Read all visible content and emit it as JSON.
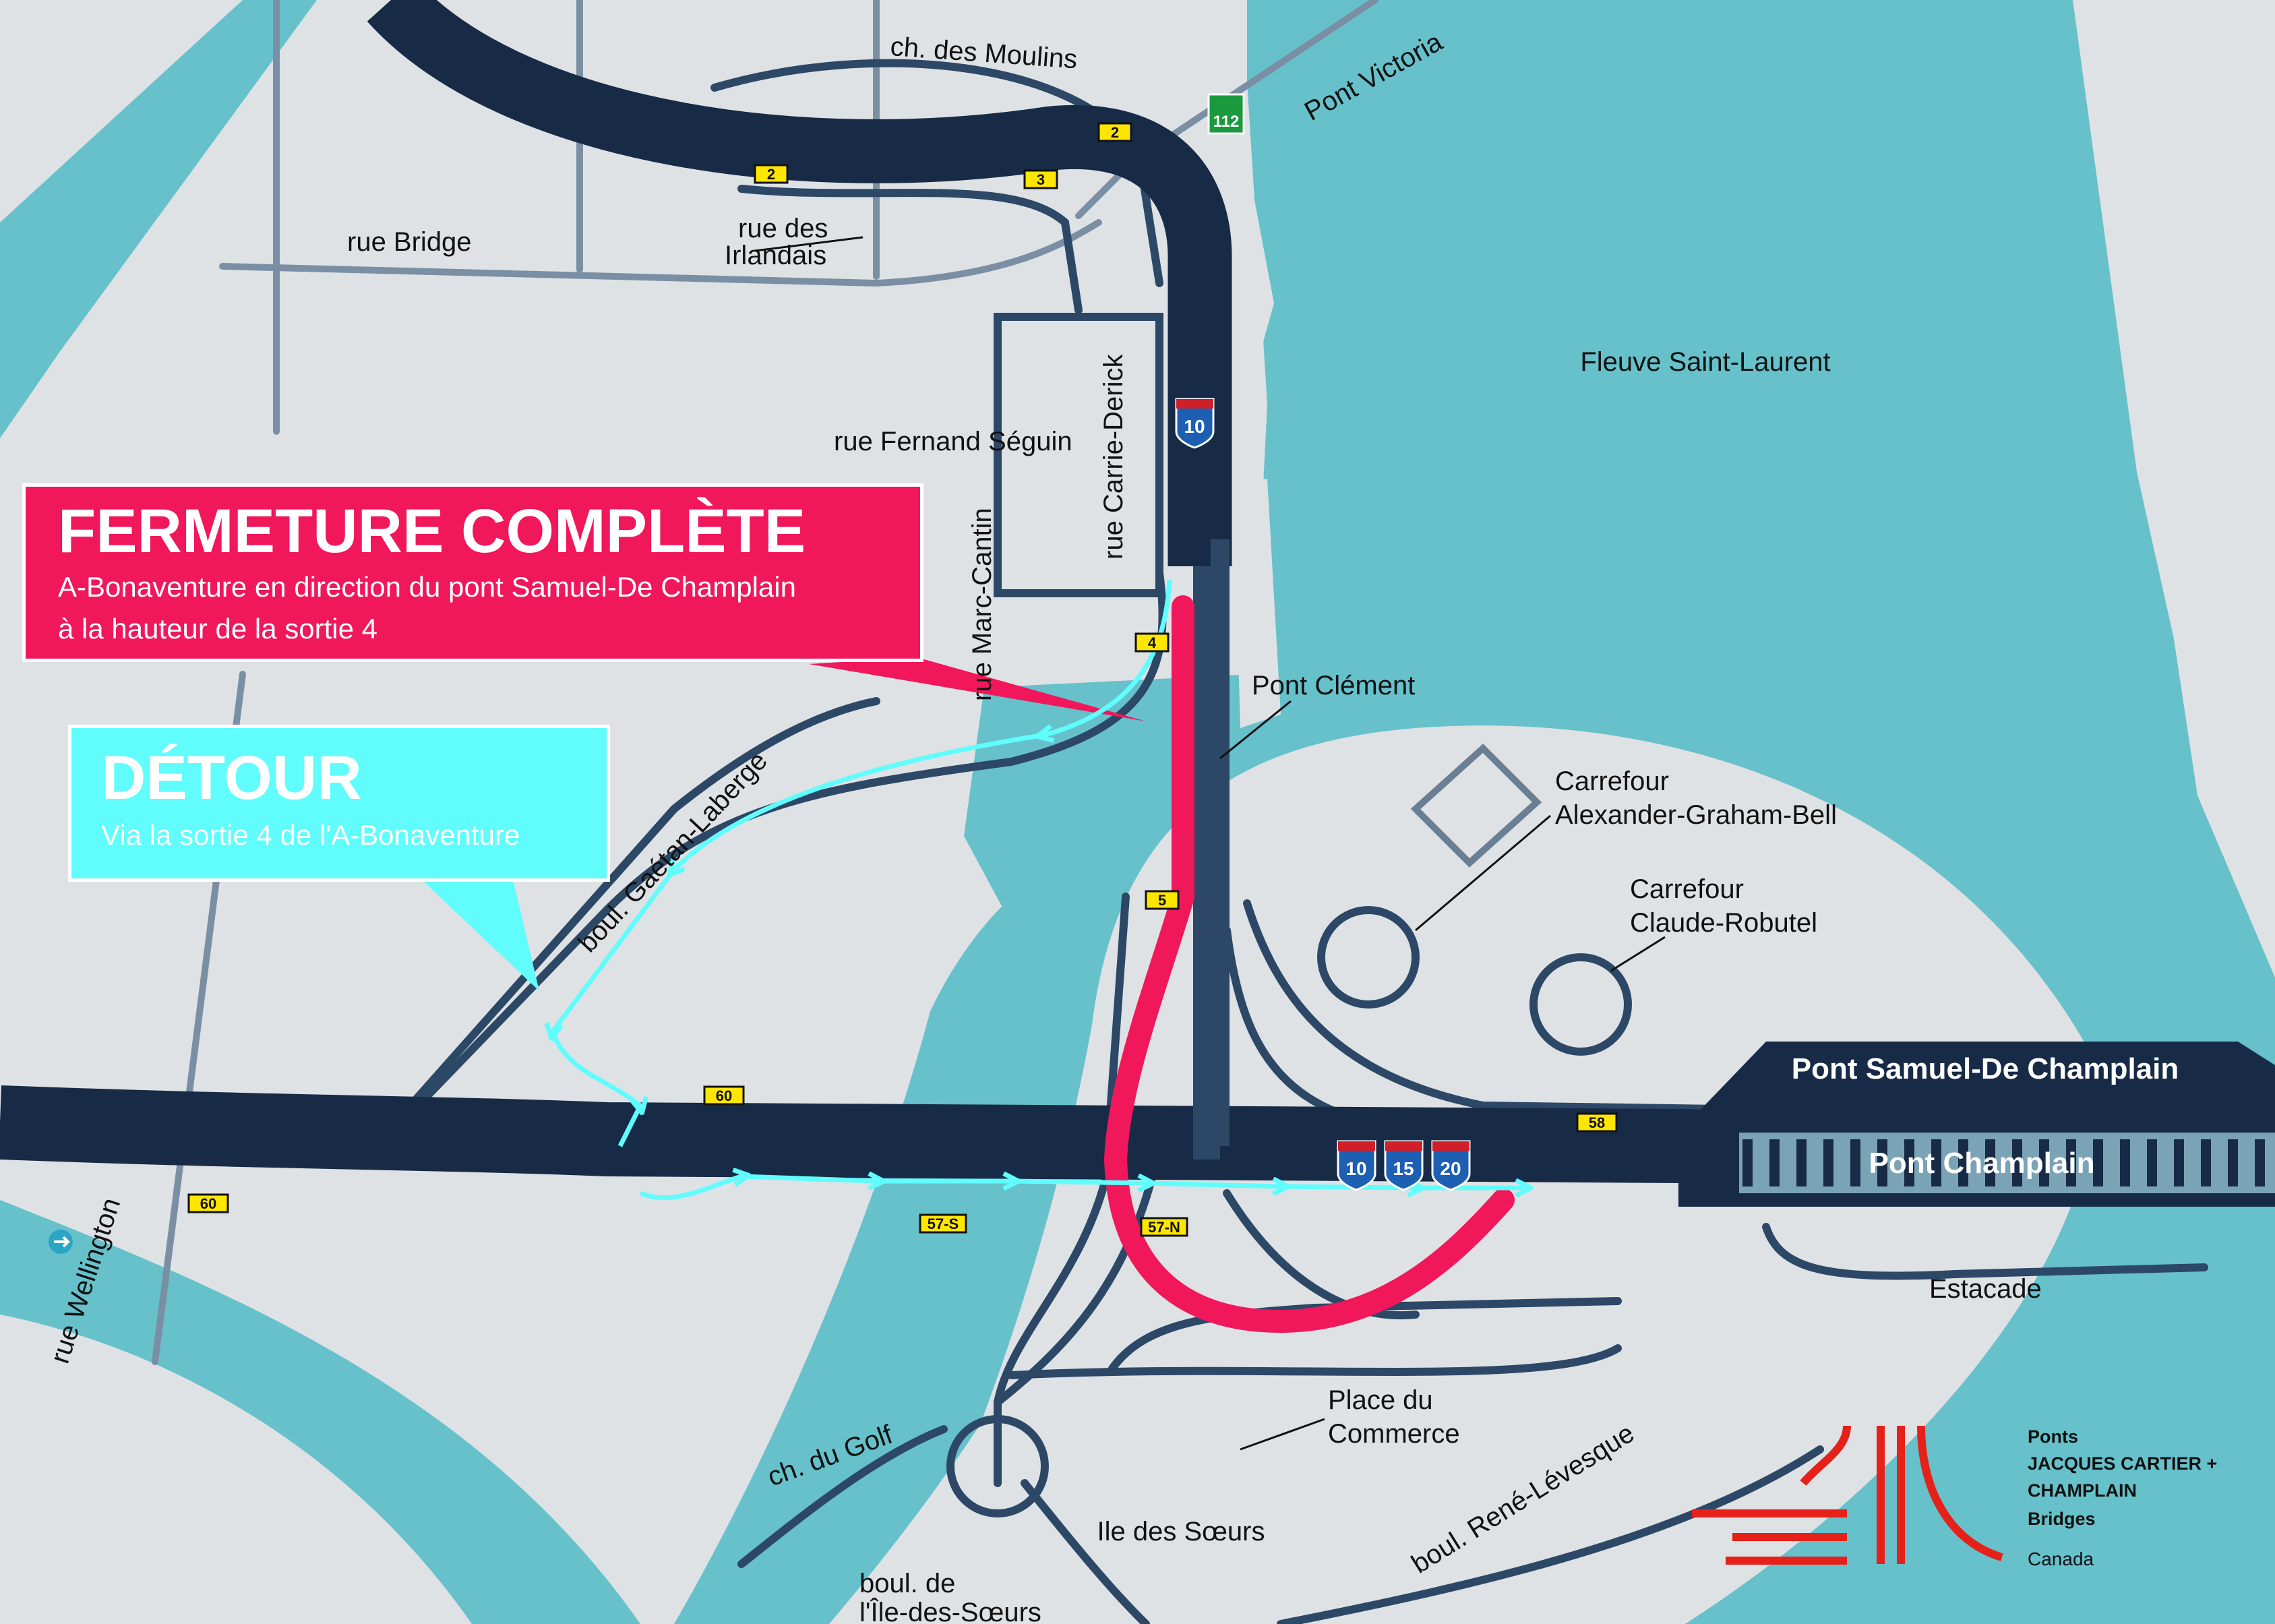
{
  "callouts": {
    "closure": {
      "title": "FERMETURE COMPLÈTE",
      "line1": "A-Bonaventure en direction du pont Samuel-De Champlain",
      "line2": "à la hauteur de la sortie 4"
    },
    "detour": {
      "title": "DÉTOUR",
      "line1": "Via la sortie 4 de l'A-Bonaventure"
    }
  },
  "labels": {
    "river": "Fleuve Saint-Laurent",
    "ch_moulins": "ch. des Moulins",
    "pont_victoria": "Pont Victoria",
    "rue_bridge": "rue Bridge",
    "rue_irlandais_1": "rue des",
    "rue_irlandais_2": "Irlandais",
    "rue_seguin": "rue Fernand Séguin",
    "rue_carrie": "rue Carrie-Derick",
    "rue_marc": "rue Marc-Cantin",
    "pont_clement": "Pont Clément",
    "carrefour_agb_1": "Carrefour",
    "carrefour_agb_2": "Alexander-Graham-Bell",
    "carrefour_cr_1": "Carrefour",
    "carrefour_cr_2": "Claude-Robutel",
    "boul_gaetan": "boul. Gaétan-Laberge",
    "pont_sdc": "Pont Samuel-De Champlain",
    "pont_champlain": "Pont Champlain",
    "estacade": "Estacade",
    "rue_wellington": "rue Wellington",
    "ch_golf": "ch. du Golf",
    "place_commerce_1": "Place du",
    "place_commerce_2": "Commerce",
    "ile_soeurs": "Ile des Sœurs",
    "boul_rene": "boul. René-Lévesque",
    "boul_ile_1": "boul. de",
    "boul_ile_2": "l'Île-des-Sœurs"
  },
  "exits": {
    "e2a": "2",
    "e2b": "2",
    "e3": "3",
    "e4": "4",
    "e5": "5",
    "e60a": "60",
    "e60b": "60",
    "e57s": "57-S",
    "e57n": "57-N",
    "e58": "58"
  },
  "shields": {
    "a10_top": "10",
    "a10": "10",
    "a15": "15",
    "a20": "20",
    "r112": "112"
  },
  "logo": {
    "line1": "Ponts",
    "line2": "JACQUES CARTIER +",
    "line3": "CHAMPLAIN",
    "line4": "Bridges",
    "line5": "Canada"
  },
  "colors": {
    "land": "#dfe2e5",
    "water": "#66c1cb",
    "highway": "#172b47",
    "road": "#2c4866",
    "closure": "#f0175b",
    "detour": "#60fdfc",
    "river_label": "#1e8fd1"
  }
}
